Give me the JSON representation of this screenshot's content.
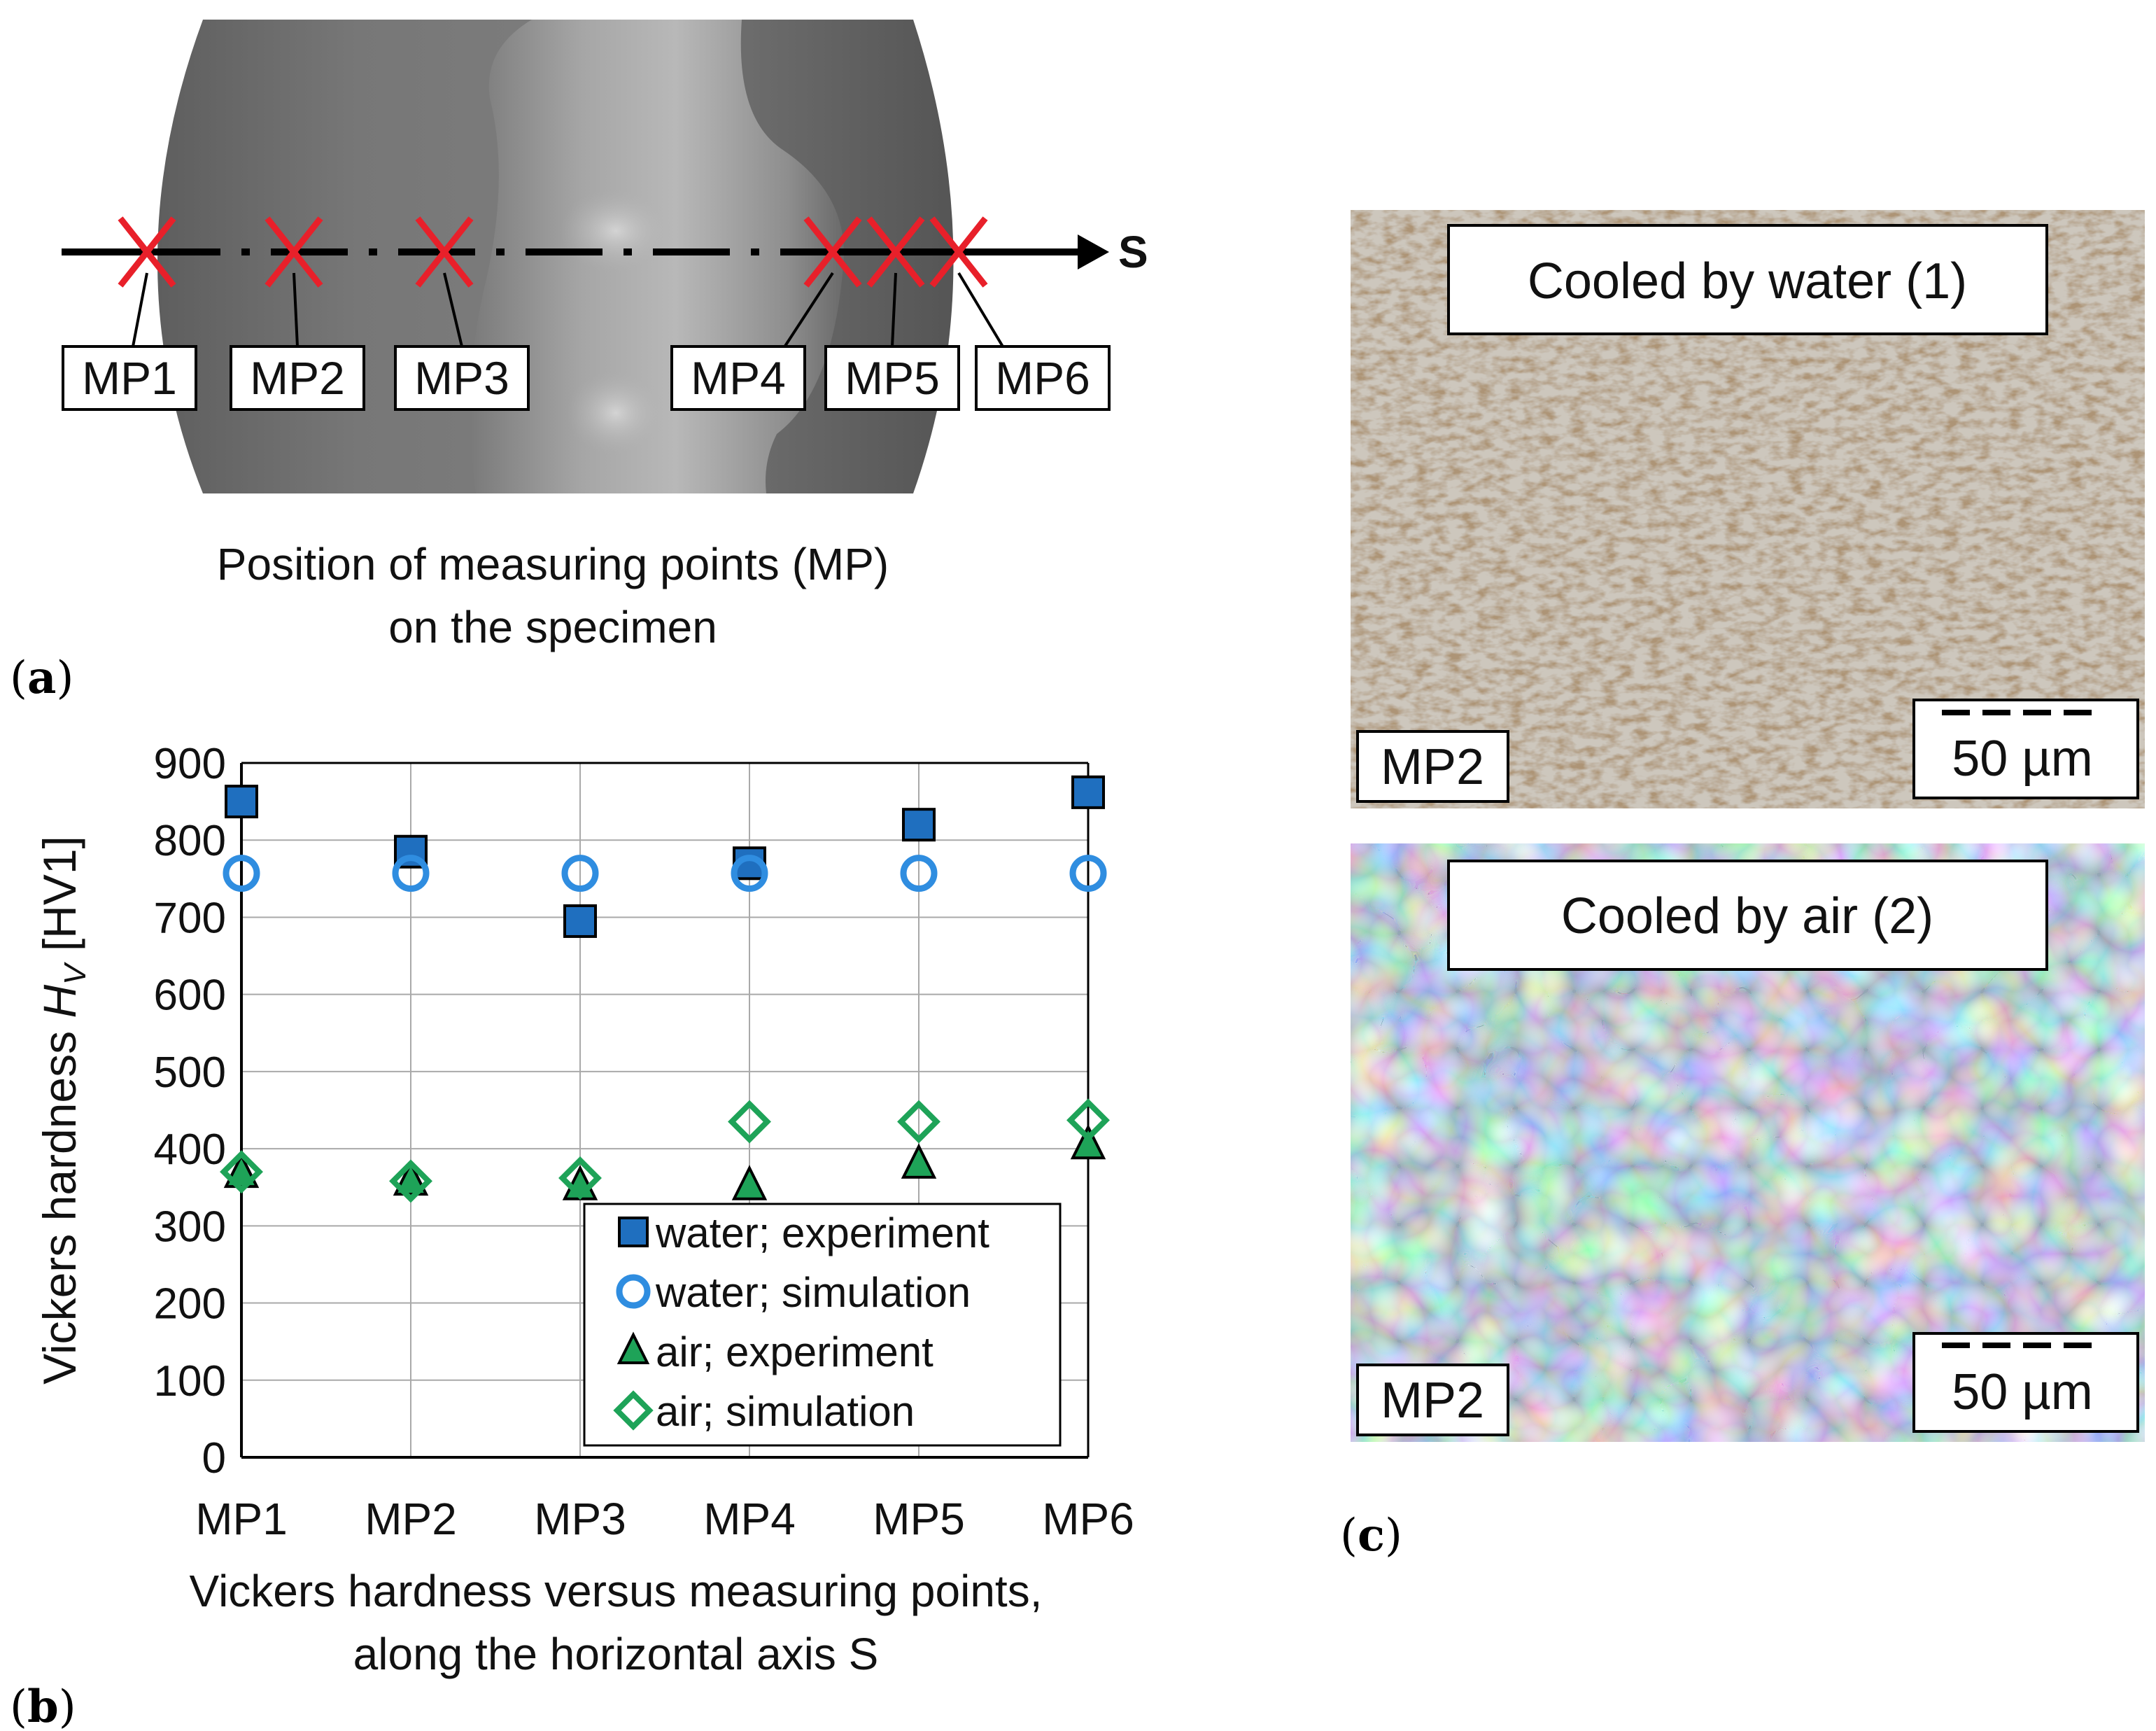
{
  "panel_a": {
    "letter_open": "(",
    "letter": "a",
    "letter_close": ")",
    "axis_label": "S",
    "mp_labels": [
      "MP1",
      "MP2",
      "MP3",
      "MP4",
      "MP5",
      "MP6"
    ],
    "caption_line1": "Position of measuring points (MP)",
    "caption_line2": "on the specimen",
    "marker_color": "#e8202a"
  },
  "panel_b": {
    "letter_open": "(",
    "letter": "b",
    "letter_close": ")",
    "caption_line1": "Vickers hardness versus measuring points,",
    "caption_line2": "along the horizontal axis S"
  },
  "panel_c": {
    "letter_open": "(",
    "letter": "c",
    "letter_close": ")",
    "top_title": "Cooled by water (1)",
    "bottom_title": "Cooled by air (2)",
    "top_label": "MP2",
    "bottom_label": "MP2",
    "top_scale": "50 µm",
    "bottom_scale": "50 µm"
  },
  "chart_data": {
    "type": "scatter",
    "categories": [
      "MP1",
      "MP2",
      "MP3",
      "MP4",
      "MP5",
      "MP6"
    ],
    "ylabel_main": "Vickers hardness ",
    "ylabel_sym": "H",
    "ylabel_sub": "V",
    "ylabel_unit": " [HV1]",
    "ylim": [
      0,
      900
    ],
    "yticks": [
      0,
      100,
      200,
      300,
      400,
      500,
      600,
      700,
      800,
      900
    ],
    "grid": true,
    "legend_position": "bottom-right",
    "series": [
      {
        "name": "water; experiment",
        "marker": "square-filled",
        "color": "#1f6fbf",
        "values": [
          850,
          785,
          695,
          770,
          820,
          862
        ]
      },
      {
        "name": "water; simulation",
        "marker": "circle-open",
        "color": "#2f8de0",
        "values": [
          757,
          757,
          757,
          757,
          757,
          757
        ]
      },
      {
        "name": "air; experiment",
        "marker": "triangle-filled",
        "color": "#1ea358",
        "values": [
          368,
          358,
          352,
          352,
          380,
          405
        ]
      },
      {
        "name": "air; simulation",
        "marker": "diamond-open",
        "color": "#1ea358",
        "values": [
          370,
          358,
          362,
          435,
          435,
          437
        ]
      }
    ]
  }
}
